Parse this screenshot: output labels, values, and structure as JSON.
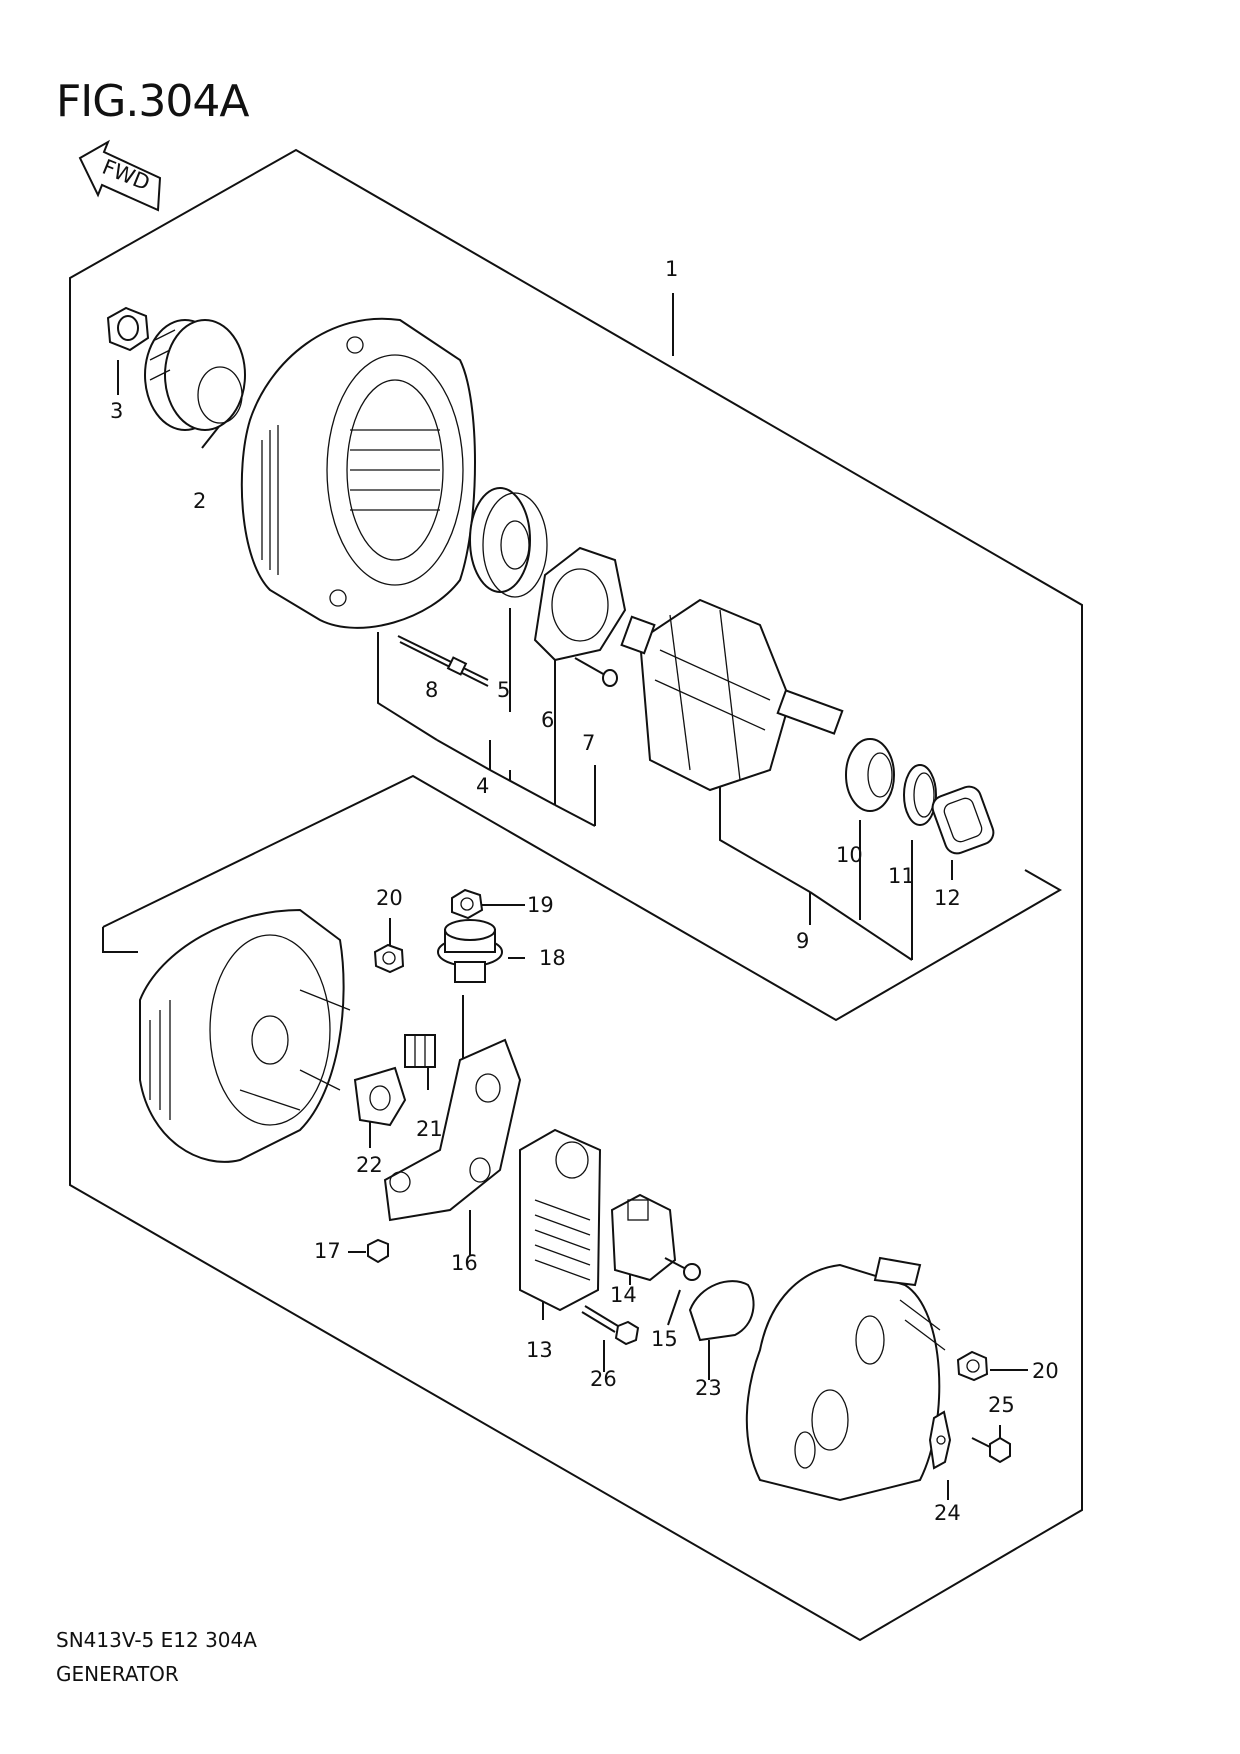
{
  "figure": {
    "title": "FIG.304A",
    "direction_label": "FWD",
    "code": "SN413V-5 E12 304A",
    "name": "GENERATOR"
  },
  "callouts": [
    "1",
    "2",
    "3",
    "4",
    "5",
    "6",
    "7",
    "8",
    "9",
    "10",
    "11",
    "12",
    "13",
    "14",
    "15",
    "16",
    "17",
    "18",
    "19",
    "20",
    "21",
    "22",
    "23",
    "24",
    "25",
    "26"
  ],
  "callout_20_second": "20"
}
